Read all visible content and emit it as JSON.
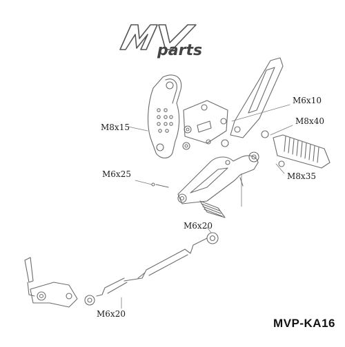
{
  "brand": {
    "name": "MV parts",
    "mark": "MV",
    "word": "parts"
  },
  "labels": {
    "m6x10": "M6x10",
    "m8x15": "M8x15",
    "m8x40": "M8x40",
    "m6x25": "M6x25",
    "m8x35": "M8x35",
    "m6x20_upper": "M6x20",
    "m6x20_lower": "M6x20"
  },
  "model_code": "MVP-KA16",
  "colors": {
    "line": "#6b6b6b",
    "text": "#1a1a1a",
    "accent": "#333333"
  }
}
